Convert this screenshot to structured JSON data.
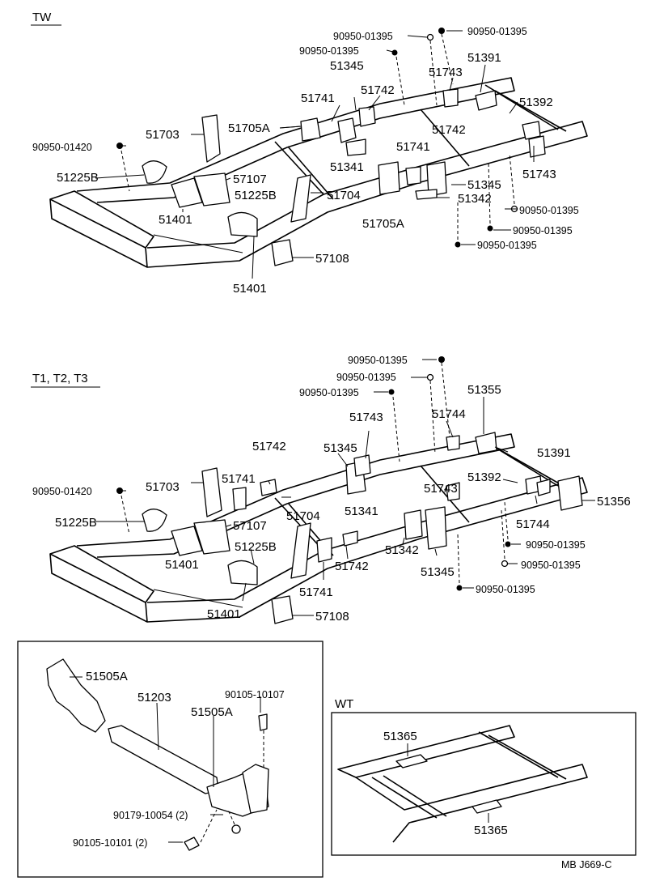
{
  "sections": {
    "tw": {
      "heading": "TW",
      "labels": [
        {
          "id": "a",
          "text": "90950-01395"
        },
        {
          "id": "b",
          "text": "90950-01395"
        },
        {
          "id": "c",
          "text": "90950-01395"
        },
        {
          "id": "d",
          "text": "51345"
        },
        {
          "id": "e",
          "text": "51391"
        },
        {
          "id": "f",
          "text": "51743"
        },
        {
          "id": "g",
          "text": "51742"
        },
        {
          "id": "h",
          "text": "51741"
        },
        {
          "id": "i",
          "text": "51392"
        },
        {
          "id": "j",
          "text": "51703"
        },
        {
          "id": "k",
          "text": "51705A"
        },
        {
          "id": "l",
          "text": "51742"
        },
        {
          "id": "m",
          "text": "90950-01420"
        },
        {
          "id": "n",
          "text": "51741"
        },
        {
          "id": "o",
          "text": "51743"
        },
        {
          "id": "p",
          "text": "51341"
        },
        {
          "id": "q",
          "text": "51225B"
        },
        {
          "id": "r",
          "text": "57107"
        },
        {
          "id": "s",
          "text": "51345"
        },
        {
          "id": "t",
          "text": "51225B"
        },
        {
          "id": "u",
          "text": "51704"
        },
        {
          "id": "v",
          "text": "51342"
        },
        {
          "id": "w",
          "text": "51401"
        },
        {
          "id": "x",
          "text": "51705A"
        },
        {
          "id": "y",
          "text": "90950-01395"
        },
        {
          "id": "z",
          "text": "90950-01395"
        },
        {
          "id": "aa",
          "text": "57108"
        },
        {
          "id": "ab",
          "text": "90950-01395"
        },
        {
          "id": "ac",
          "text": "51401"
        }
      ]
    },
    "t123": {
      "heading": "T1, T2, T3",
      "labels": [
        {
          "id": "a",
          "text": "90950-01395"
        },
        {
          "id": "b",
          "text": "90950-01395"
        },
        {
          "id": "c",
          "text": "90950-01395"
        },
        {
          "id": "d",
          "text": "51355"
        },
        {
          "id": "e",
          "text": "51743"
        },
        {
          "id": "f",
          "text": "51744"
        },
        {
          "id": "g",
          "text": "51742"
        },
        {
          "id": "h",
          "text": "51345"
        },
        {
          "id": "i",
          "text": "51391"
        },
        {
          "id": "j",
          "text": "51741"
        },
        {
          "id": "k",
          "text": "51392"
        },
        {
          "id": "l",
          "text": "90950-01420"
        },
        {
          "id": "m",
          "text": "51703"
        },
        {
          "id": "n",
          "text": "51341"
        },
        {
          "id": "o",
          "text": "51743"
        },
        {
          "id": "p",
          "text": "51356"
        },
        {
          "id": "q",
          "text": "51225B"
        },
        {
          "id": "r",
          "text": "57107"
        },
        {
          "id": "s",
          "text": "51704"
        },
        {
          "id": "t",
          "text": "51744"
        },
        {
          "id": "u",
          "text": "51225B"
        },
        {
          "id": "v",
          "text": "90950-01395"
        },
        {
          "id": "w",
          "text": "51401"
        },
        {
          "id": "x",
          "text": "51342"
        },
        {
          "id": "y",
          "text": "51742"
        },
        {
          "id": "z",
          "text": "90950-01395"
        },
        {
          "id": "aa",
          "text": "51345"
        },
        {
          "id": "ab",
          "text": "51741"
        },
        {
          "id": "ac",
          "text": "90950-01395"
        },
        {
          "id": "ad",
          "text": "51401"
        },
        {
          "id": "ae",
          "text": "57108"
        }
      ]
    },
    "crossmember": {
      "labels": [
        {
          "id": "a",
          "text": "51505A"
        },
        {
          "id": "b",
          "text": "51203"
        },
        {
          "id": "c",
          "text": "90105-10107"
        },
        {
          "id": "d",
          "text": "51505A"
        },
        {
          "id": "e",
          "text": "90179-10054 (2)"
        },
        {
          "id": "f",
          "text": "90105-10101 (2)"
        }
      ]
    },
    "wt": {
      "heading": "WT",
      "labels": [
        {
          "id": "a",
          "text": "51365"
        },
        {
          "id": "b",
          "text": "51365"
        }
      ]
    }
  },
  "footer": {
    "code": "MB  J669-C"
  }
}
